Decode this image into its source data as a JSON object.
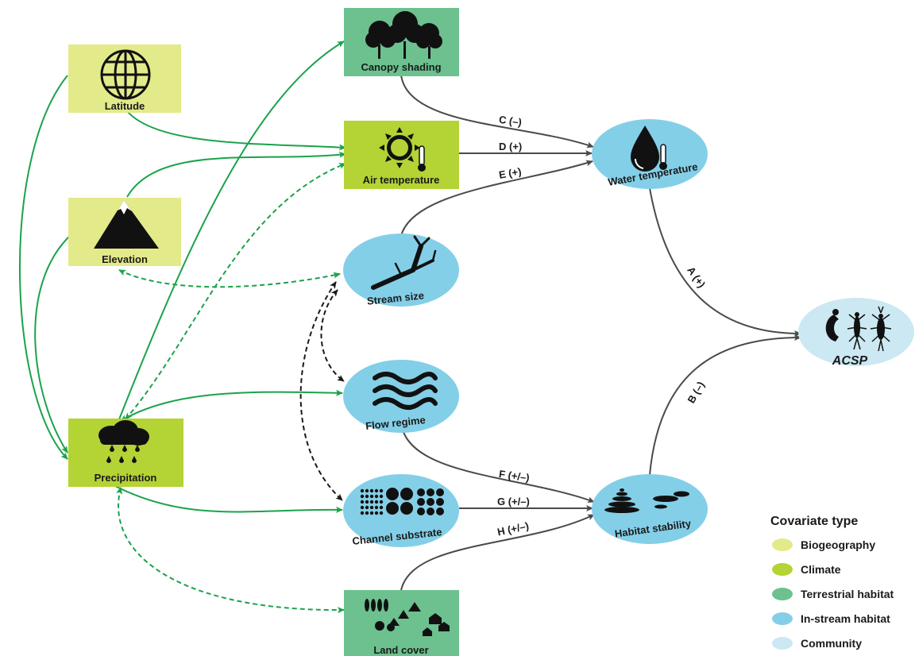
{
  "colors": {
    "biogeography": "#e3ea8a",
    "climate": "#b4d334",
    "terrestrial": "#6cc18f",
    "instream": "#84cfe8",
    "community": "#cbe8f3",
    "green_arrow": "#1aa34a",
    "dark_arrow": "#4a4a4a"
  },
  "nodes": {
    "latitude": {
      "label": "Latitude",
      "icon": "globe-icon"
    },
    "elevation": {
      "label": "Elevation",
      "icon": "mountain-icon"
    },
    "precipitation": {
      "label": "Precipitation",
      "icon": "rain-cloud-icon"
    },
    "canopy": {
      "label": "Canopy shading",
      "icon": "trees-icon"
    },
    "air_temp": {
      "label": "Air temperature",
      "icon": "sun-thermometer-icon"
    },
    "land_cover": {
      "label": "Land cover",
      "icon": "land-cover-icon"
    },
    "stream_size": {
      "label": "Stream size",
      "icon": "branch-icon"
    },
    "flow_regime": {
      "label": "Flow regime",
      "icon": "waves-icon"
    },
    "channel_substrate": {
      "label": "Channel substrate",
      "icon": "substrate-icon"
    },
    "water_temp": {
      "label": "Water temperature",
      "icon": "water-drop-thermometer-icon"
    },
    "habitat_stability": {
      "label": "Habitat stability",
      "icon": "stacked-stones-icon"
    },
    "acsp": {
      "label": "ACSP",
      "icon": "insects-icon"
    }
  },
  "paths": {
    "a": "A (+)",
    "b": "B (–)",
    "c": "C (–)",
    "d": "D (+)",
    "e": "E (+)",
    "f": "F (+/–)",
    "g": "G (+/–)",
    "h": "H (+/–)"
  },
  "legend": {
    "title": "Covariate type",
    "items": [
      {
        "label": "Biogeography",
        "color": "#e3ea8a"
      },
      {
        "label": "Climate",
        "color": "#b4d334"
      },
      {
        "label": "Terrestrial habitat",
        "color": "#6cc18f"
      },
      {
        "label": "In-stream habitat",
        "color": "#84cfe8"
      },
      {
        "label": "Community",
        "color": "#cbe8f3"
      }
    ]
  }
}
